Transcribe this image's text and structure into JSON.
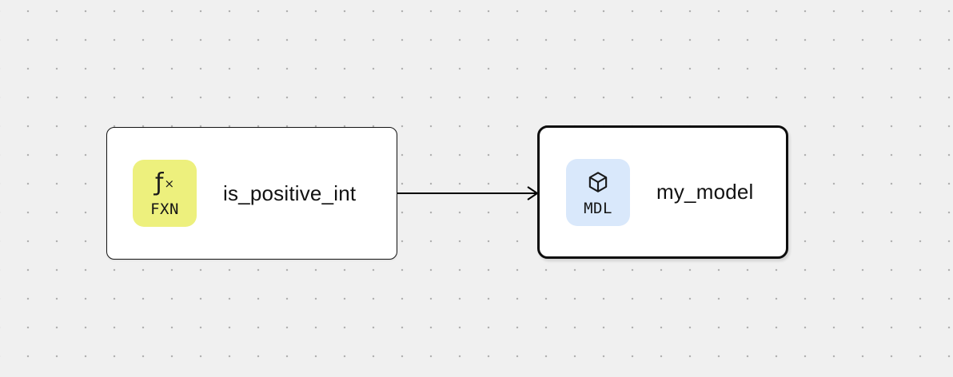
{
  "diagram": {
    "nodes": [
      {
        "id": "is_positive_int",
        "label": "is_positive_int",
        "type": "function",
        "selected": false,
        "badge": {
          "icon": "function-icon",
          "glyph_f": "ƒ",
          "glyph_x": "×",
          "text": "FXN",
          "color": "#edf07d"
        }
      },
      {
        "id": "my_model",
        "label": "my_model",
        "type": "model",
        "selected": true,
        "badge": {
          "icon": "cube-icon",
          "text": "MDL",
          "color": "#d9e8fb"
        }
      }
    ],
    "edges": [
      {
        "from": "is_positive_int",
        "to": "my_model",
        "direction": "right",
        "style": "solid-arrow"
      }
    ],
    "colors": {
      "background": "#f0f0f0",
      "dot_grid": "#b1b1b1",
      "node_background": "#ffffff",
      "node_border": "#141414",
      "selected_border": "#0d0d0d",
      "label_text": "#121212",
      "edge_stroke": "#000000"
    }
  }
}
